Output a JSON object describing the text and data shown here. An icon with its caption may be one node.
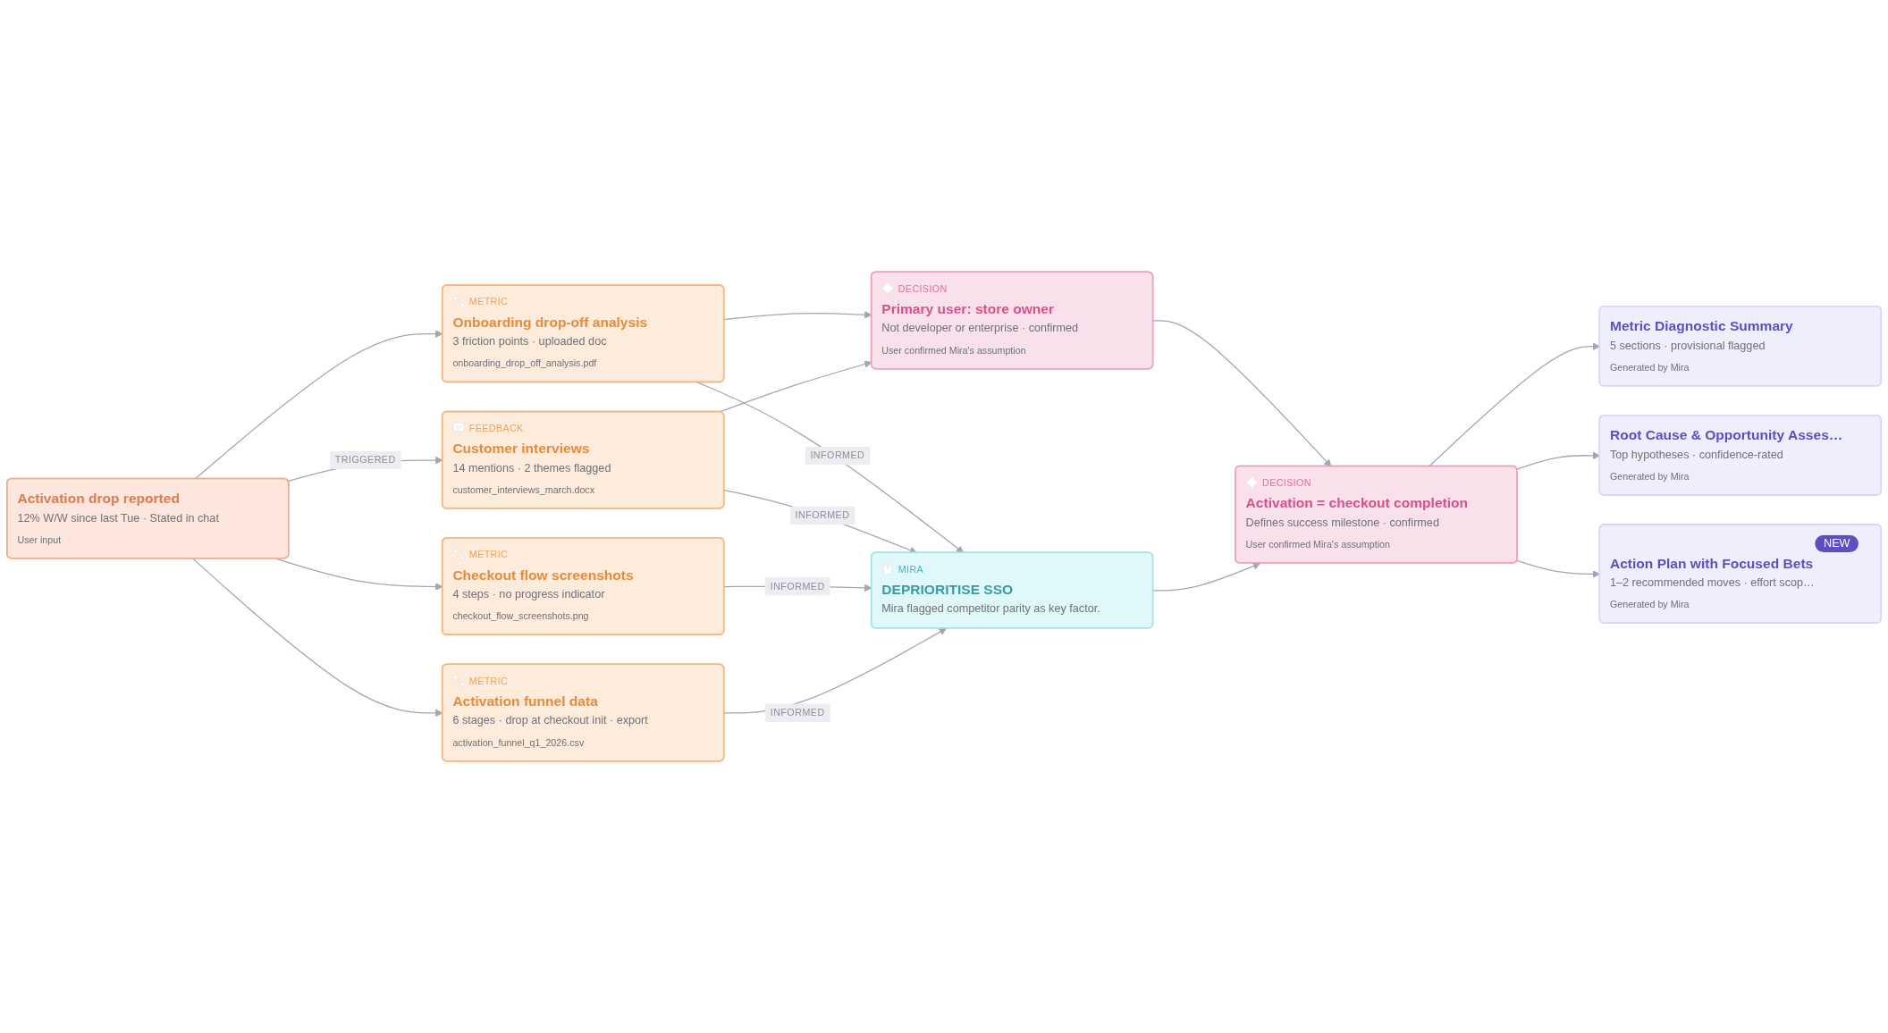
{
  "diagram": {
    "nodes": [
      {
        "text": [
          "Activation drop reported",
          "12% W/W since last Tue · Stated in chat",
          "User input"
        ]
      },
      {
        "text": [
          "METRIC",
          "Onboarding drop-off analysis",
          "3 friction points · uploaded doc",
          "onboarding_drop_off_analysis.pdf"
        ]
      },
      {
        "text": [
          "FEEDBACK",
          "Customer interviews",
          "14 mentions · 2 themes flagged",
          "customer_interviews_march.docx"
        ]
      },
      {
        "text": [
          "METRIC",
          "Checkout flow screenshots",
          "4 steps · no progress indicator",
          "checkout_flow_screenshots.png"
        ]
      },
      {
        "text": [
          "METRIC",
          "Activation funnel data",
          "6 stages · drop at checkout init · export",
          "activation_funnel_q1_2026.csv"
        ]
      },
      {
        "text": [
          "DECISION",
          "Primary user: store owner",
          "Not developer or enterprise · confirmed",
          "User confirmed Mira's assumption"
        ]
      },
      {
        "text": [
          "MIRA",
          "DEPRIORITISE SSO",
          "Mira flagged competitor parity as key factor."
        ]
      },
      {
        "text": [
          "DECISION",
          "Activation = checkout completion",
          "Defines success milestone · confirmed",
          "User confirmed Mira's assumption"
        ]
      },
      {
        "text": [
          "Metric Diagnostic Summary",
          "5 sections · provisional flagged",
          "Generated by Mira"
        ]
      },
      {
        "text": [
          "Root Cause & Opportunity Asses…",
          "Top hypotheses · confidence-rated",
          "Generated by Mira"
        ]
      },
      {
        "text": [
          "NEW",
          "Action Plan with Focused Bets",
          "1–2 recommended moves · effort scop…",
          "Generated by Mira"
        ]
      }
    ],
    "edges": [
      {
        "from": 0,
        "to": 1,
        "arrow": "to"
      },
      {
        "from": 0,
        "to": 2,
        "arrow": "to",
        "label": "TRIGGERED"
      },
      {
        "from": 0,
        "to": 3,
        "arrow": "to"
      },
      {
        "from": 0,
        "to": 4,
        "arrow": "to"
      },
      {
        "from": 1,
        "to": 5,
        "arrow": "to"
      },
      {
        "from": 1,
        "to": 6,
        "arrow": "to",
        "label": "INFORMED"
      },
      {
        "from": 2,
        "to": 5,
        "arrow": "to"
      },
      {
        "from": 2,
        "to": 6,
        "arrow": "to",
        "label": "INFORMED"
      },
      {
        "from": 3,
        "to": 6,
        "arrow": "to",
        "label": "INFORMED"
      },
      {
        "from": 4,
        "to": 6,
        "arrow": "to",
        "label": "INFORMED"
      },
      {
        "from": 5,
        "to": 7,
        "arrow": "to"
      },
      {
        "from": 6,
        "to": 7,
        "arrow": "to"
      },
      {
        "from": 7,
        "to": 8,
        "arrow": "to"
      },
      {
        "from": 7,
        "to": 9,
        "arrow": "to"
      },
      {
        "from": 7,
        "to": 10,
        "arrow": "to"
      }
    ]
  }
}
